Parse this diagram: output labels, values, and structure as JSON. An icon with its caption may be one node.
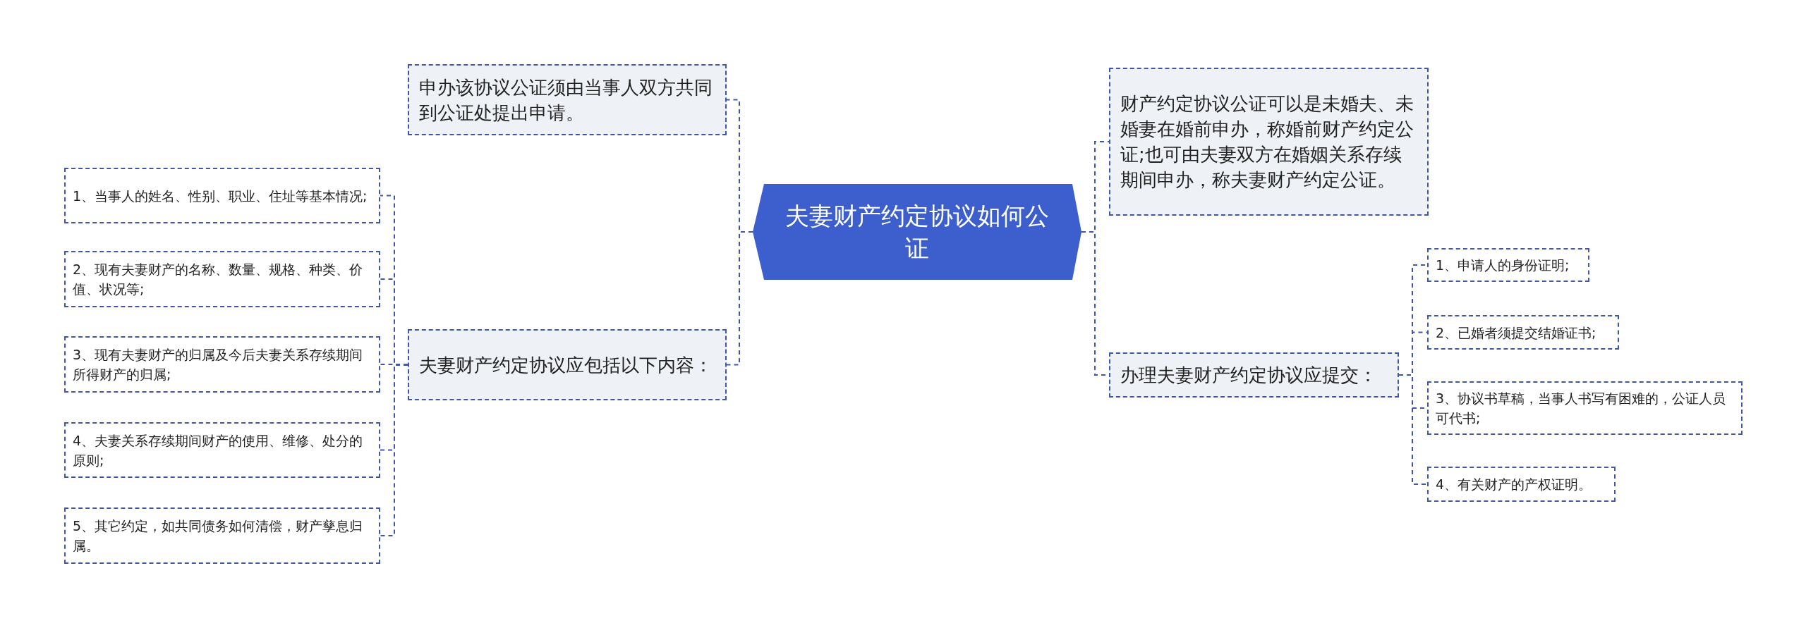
{
  "diagram": {
    "nodes": [
      {
        "text": [
          "夫妻财产约定协议如何公证"
        ]
      },
      {
        "text": [
          "申办该协议公证须由当事人双方共同到公证处提出申请。"
        ]
      },
      {
        "text": [
          "夫妻财产约定协议应包括以下内容："
        ]
      },
      {
        "text": [
          "1、当事人的姓名、性别、职业、住址等基本情况;"
        ]
      },
      {
        "text": [
          "2、现有夫妻财产的名称、数量、规格、种类、价值、状况等;"
        ]
      },
      {
        "text": [
          "3、现有夫妻财产的归属及今后夫妻关系存续期间所得财产的归属;"
        ]
      },
      {
        "text": [
          "4、夫妻关系存续期间财产的使用、维修、处分的原则;"
        ]
      },
      {
        "text": [
          "5、其它约定，如共同债务如何清偿，财产孳息归属。"
        ]
      },
      {
        "text": [
          "财产约定协议公证可以是未婚夫、未婚妻在婚前申办，称婚前财产约定公证;也可由夫妻双方在婚姻关系存续期间申办，称夫妻财产约定公证。"
        ]
      },
      {
        "text": [
          "办理夫妻财产约定协议应提交："
        ]
      },
      {
        "text": [
          "1、申请人的身份证明;"
        ]
      },
      {
        "text": [
          "2、已婚者须提交结婚证书;"
        ]
      },
      {
        "text": [
          "3、协议书草稿，当事人书写有困难的，公证人员可代书;"
        ]
      },
      {
        "text": [
          "4、有关财产的产权证明。"
        ]
      }
    ],
    "edges": [
      {
        "from": 0,
        "to": 1,
        "arrow": "none"
      },
      {
        "from": 0,
        "to": 2,
        "arrow": "none"
      },
      {
        "from": 2,
        "to": 3,
        "arrow": "none"
      },
      {
        "from": 2,
        "to": 4,
        "arrow": "none"
      },
      {
        "from": 2,
        "to": 5,
        "arrow": "none"
      },
      {
        "from": 2,
        "to": 6,
        "arrow": "none"
      },
      {
        "from": 2,
        "to": 7,
        "arrow": "none"
      },
      {
        "from": 0,
        "to": 8,
        "arrow": "none"
      },
      {
        "from": 0,
        "to": 9,
        "arrow": "none"
      },
      {
        "from": 9,
        "to": 10,
        "arrow": "none"
      },
      {
        "from": 9,
        "to": 11,
        "arrow": "none"
      },
      {
        "from": 9,
        "to": 12,
        "arrow": "none"
      },
      {
        "from": 9,
        "to": 13,
        "arrow": "none"
      }
    ]
  }
}
